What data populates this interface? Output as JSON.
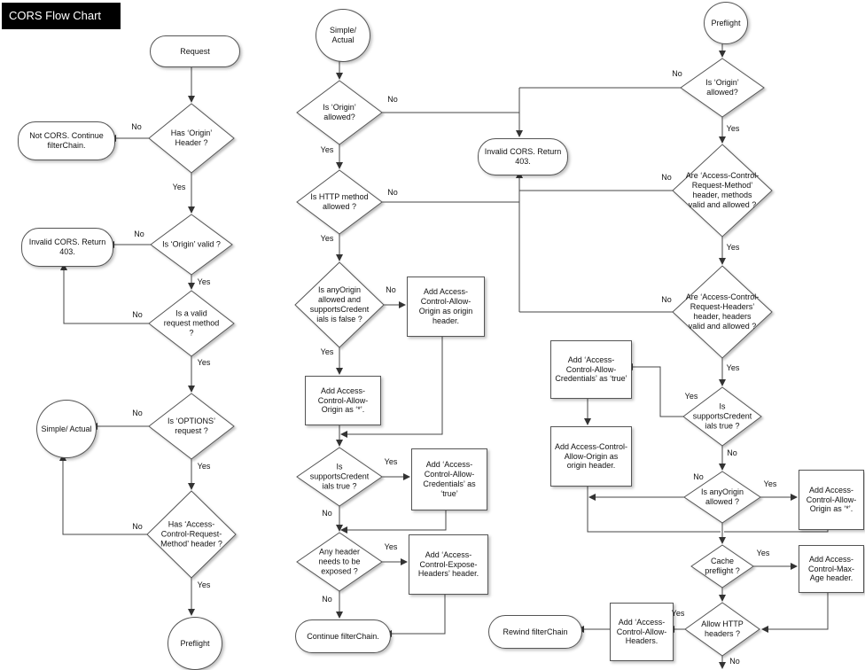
{
  "title": "CORS Flow Chart",
  "labels": {
    "yes": "Yes",
    "no": "No"
  },
  "colors": {
    "background": "#ffffff",
    "node_fill": "#ffffff",
    "node_stroke": "#555555",
    "connector": "#444444",
    "title_bg": "#000000",
    "title_fg": "#ffffff"
  },
  "nodes": {
    "request": "Request",
    "has_origin_header": "Has ‘Origin’ Header ?",
    "not_cors": "Not CORS. Continue filterChain.",
    "is_origin_valid": "Is ‘Origin’ valid ?",
    "invalid_cors_left": "Invalid CORS. Return 403.",
    "is_valid_request_method": "Is a valid request method ?",
    "is_options_request": "Is ‘OPTIONS’ request ?",
    "simple_actual_left": "Simple/ Actual",
    "has_acrm_header": "Has ‘Access-Control-Request-Method’ header ?",
    "preflight_left": "Preflight",
    "simple_actual_mid": "Simple/ Actual",
    "m_is_origin_allowed": "Is ‘Origin’ allowed?",
    "m_is_http_method_allowed": "Is HTTP method allowed ?",
    "m_is_anyorigin": "Is anyOrigin allowed and supportsCredent ials is false ?",
    "m_add_origin_header": "Add Access-Control-Allow-Origin as origin header.",
    "m_add_star": "Add Access-Control-Allow-Origin as ‘*’.",
    "m_is_supports_credentials": "Is supportsCredent ials true ?",
    "m_add_credentials": "Add ‘Access-Control-Allow-Credentials’ as ‘true’",
    "m_any_header_exposed": "Any header needs to be exposed ?",
    "m_add_expose_headers": "Add ‘Access-Control-Expose-Headers’ header.",
    "continue_filterchain": "Continue filterChain.",
    "invalid_cors_mid": "Invalid CORS. Return 403.",
    "preflight_right": "Preflight",
    "r_is_origin_allowed": "Is ‘Origin’ allowed?",
    "r_acrm_valid": "Are ‘Access-Control-Request-Method’ header, methods  valid and allowed ?",
    "r_acrh_valid": "Are ‘Access-Control-Request-Headers’ header, headers valid and allowed ?",
    "r_is_supports_credentials": "Is supportsCredent ials true ?",
    "r_add_credentials": "Add ‘Access-Control-Allow-Credentials’ as ‘true’",
    "r_add_origin_header": "Add Access-Control-Allow-Origin as origin header.",
    "r_is_anyorigin_allowed": "Is anyOrigin allowed ?",
    "r_add_star": "Add Access-Control-Allow-Origin as ‘*’.",
    "cache_preflight": "Cache preflight ?",
    "add_max_age": "Add Access-Control-Max-Age header.",
    "allow_http_headers": "Allow HTTP headers ?",
    "add_allow_headers": "Add ‘Access-Control-Allow-Headers.",
    "rewind_filterchain": "Rewind filterChain"
  }
}
